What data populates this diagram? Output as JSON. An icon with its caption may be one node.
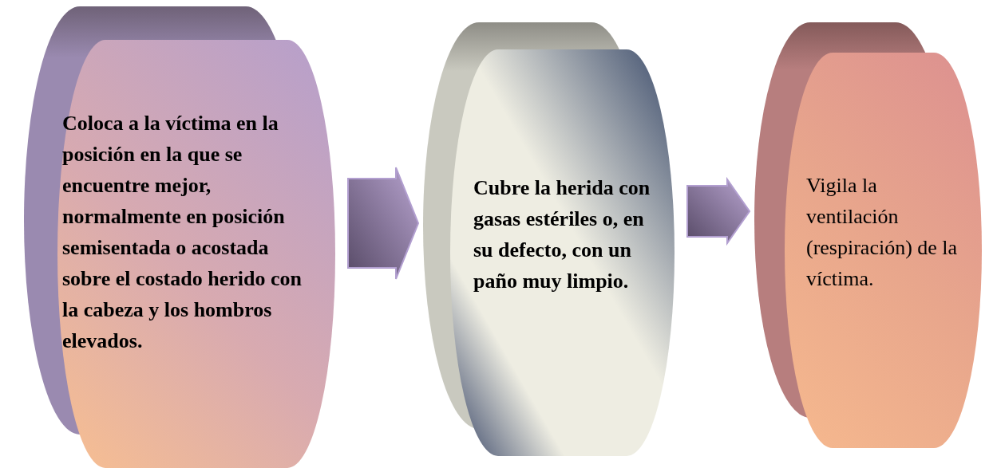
{
  "diagram": {
    "nodes": [
      {
        "text": [
          "Coloca a la víctima en la posición en la que se encuentre mejor, normalmente en posición semisentada o acostada sobre el costado herido con la cabeza y los hombros elevados."
        ]
      },
      {
        "text": [
          "Cubre la herida con gasas estériles o, en su defecto, con un paño muy limpio."
        ]
      },
      {
        "text": [
          "Vigila la ventilación (respiración) de la víctima."
        ]
      }
    ],
    "edges": [
      {
        "from": 0,
        "to": 1,
        "arrow": "to"
      },
      {
        "from": 1,
        "to": 2,
        "arrow": "to"
      }
    ]
  }
}
